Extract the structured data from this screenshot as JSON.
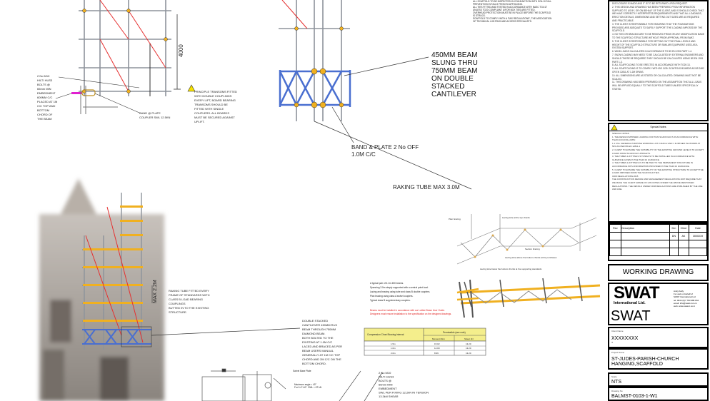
{
  "drawing": {
    "dimension_4000": "4000",
    "max_height": "MAX 2.2M",
    "fixing_note": [
      "2 No M10",
      "HILTI HUS3",
      "BOLTS @",
      "65mm MIN",
      "EMBEDMENT",
      "600MM C/C",
      "PLACED AT 1M",
      "C/C TOP AND",
      "BOTTOM",
      "CHORD OF",
      "THE BEAM"
    ],
    "band_plate_coupler": [
      "BAND @ PLATE",
      "COUPLER SWL 12.5KN"
    ],
    "transoms_note": [
      "PRINCIPLE TRANSOMS FITTED",
      "WITH DOUBLE COUPLINGS",
      "EVERY LIFT, BOARD BEARING",
      "TRANSOMS SHOULD BE",
      "FITTED WITH SINGLE",
      "COUPLERS. ALL BOARDS",
      "MUST BE SECURED AGAINST",
      "UPLIFT."
    ],
    "beam_note": [
      "450MM BEAM",
      "SLUNG THRU",
      "750MM BEAM",
      "ON DOUBLE",
      "STACKED",
      "CANTILEVER"
    ],
    "band_plate_note": [
      "BAND & PLATE 2 No OFF",
      "1.0M C/C"
    ],
    "raking_tube_max": "RAKING TUBE MAX 3.0M",
    "raking_note": [
      "RAKING TUBE FITTED EVERY",
      "FRAME OF STANDARDS WITH",
      "CLASS B LOAD BEARING",
      "COUPLINGS",
      "BUTTED IN TO THE EXISTING",
      "STRUCTURE."
    ],
    "cantilever_note": [
      "DOUBLE STACKED",
      "CANTILEVER 450MM RUX",
      "BEAM THROUGH 750MM",
      "DIAMOND BEAM.",
      "BOTH BOLTED TO THE",
      "EXISTING AT 1.0M C/C",
      "LACED AND BRACED AS PER",
      "BEAM USERS MANUAL",
      "GENERALLY AT 1M C/C TOP",
      "CHORD AND 2M C/C ON THE",
      "BOTTOM CHORD."
    ],
    "bottom_fixing_note": [
      "2 No M10",
      "HILTI HUS3",
      "BOLTS @",
      "65mm MIN",
      "EMBEDMENT",
      "SWL PER FIXING 12.2kN IN TENSION",
      "13.3kN SHEAR"
    ],
    "base_plate_label": "Swivel Base Plate",
    "base_note": [
      "Maximum angle = 40°",
      "For 0-4°-40°: SWL = 6T kN"
    ]
  },
  "general_notes": [
    "ALL SCAFFOLD TO BE INSPECTED IN CONJUNCTION WITH SG4:10 FALL",
    "PREVENTION IN FALLS FROM SCAFFOLDING.",
    "",
    "ALL TIES FITTED AND TESTED IN ACCORDANCE WITH NASC TG4:17",
    "UNLESS TG20 COMPLIANT U/FOR BOX TIES ARE FITTED.",
    "",
    "OVERHEAD PROTECTION MUST BE IN PLACE BEFORE THE SCAFFOLD",
    "IS STRUCK.",
    "",
    "SCAFFOLD TO COMPLY WITH A 'SAS REGULATIONS', THE ASSOCIATION",
    "OF TECHNICAL LIGHTING AND ACCESS SPECIALISTS."
  ],
  "example": {
    "lines": [
      "A typical pair of 6.1m 450 beams.",
      "Spanning 3.0m simply supported with a central point load.",
      "Lacing and bracing using tube and class B double couplers.",
      "Plan bracing using class A swivel couplers.",
      "Typical class B supplementary couplers."
    ],
    "red_lines": [
      "Beams must be installed in accordance with our Lattice Beam User Guide.",
      "Designers must ensure installation to the specification on the designed drawings."
    ],
    "red_color": "#e02020",
    "table": {
      "header_col": "Compression Chord Bracing Interval",
      "header_group": "Permissible (see note)",
      "subheaders": [
        "Moment kNm",
        "Shear kN"
      ],
      "rows": [
        [
          "1.5m",
          "15.02",
          "13.20"
        ],
        [
          "1.0m",
          "12.00",
          "13.20"
        ],
        [
          "2.0m",
          "8.99",
          "13.20"
        ]
      ],
      "header_color": "#f4ee8c"
    }
  },
  "bracing_diagram": {
    "labels": [
      "Plan bracing",
      "Lacing tube at the top chords",
      "Section bracing",
      "Lacing tube above the bottom chords at the purchases",
      "Lacing tube below the bottom chords at the supporting standards"
    ]
  },
  "title_block": {
    "notes_top": [
      "DISCLOSURE IS MADE AND IT IS TO BE RETURNED UPON REQUEST.",
      "2. THIS DESIGN AND DRAWING HAS BEEN PREPARED FROM INFORMATION SUPPLIED TO US BY, OR ON BEHALF OF THE CLIENT, AND IS SHOULD CHECK THAT WE HAVE CORRECTLY INTERPRETED REQUIREMENTS AND THAT ALL LOADINGS, ERECTION DETAILS, DIMENSIONS AND SETTING OUT SIZES ARE AS REQUIRED AND PRACTICABLE.",
      "3. THE CLIENT IS RESPONSIBLE FOR ENSURING THAT THE FOUNDATIONS PROVIDED ARE ADEQUATE TO SAFELY SUPPORT THE LOADING IMPOSED BY THE SCAFFOLD.",
      "4. NO TIES OR BRACING ARE TO BE REMOVED FROM OR ANY MODIFICATION MADE TO THE SCAFFOLD STRUCTURE WITHOUT PRIOR APPROVAL FROM SWAT.",
      "5. THE CLIENT IS RESPONSIBLE FOR SETTING OUT THE FINAL LEVELS AND HEIGHT OF THE SCAFFOLD STRUCTURE OR SIMILAR EQUIPMENT USED AS A SYSTEM SUPPORT.",
      "6. WIND LOADS CALCULATED IN ACCORDANCE TO BS EN 1991 PART 1-4.",
      "7. SNOW LOADING MAY NEED TO BE CALCULATED BY EXTERNAL ENGINEERS AND SHOULD THESE BE REQUIRED THEY SHOULD BE CALCULATED USING BS EN 1991 PART 1-3.",
      "8. ALL SCAFFOLDING TO BE ERECTED IN ACCORDANCE WITH TG20:13.",
      "9. ALL SCAFFOLDING IS TO COMPLY WITH BS 1139. SCAFFOLD BOARDS AS BS 2482 OR EN 12811 AT 1.2M SPANS.",
      "10. ALL DIMENSIONS ARE AS STATED OR CALCULATED. DRAWING MUST NOT BE SCALED.",
      "11. THIS DRAWING HAS BEEN PREPARED ON THE ASSUMPTION THAT ALL LOADS WILL BE APPLIED EQUALLY TO THE SCAFFOLD TUBES UNLESS SPECIFICALLY STATED."
    ],
    "special_notes_title": "Special Notes",
    "special_notes": [
      "SPECIAL NOTES",
      "1. THE DESIGN IMPOSED LOADING FOR THIS SCAFFOLD IS IN ACCORDANCE WITH TG20:13 AS FOLLOWS:",
      "1.1 1No. GENERAL PURPOSE WORKING LIFT 2.0kN/m² AND 1 FURTHER PLATFORM AT 50% AS PER BS EN 12811-1",
      "2. CLIENT TO ENSURE THE SUITABILITY OF THE EXISTING GROUND LEVELS TO ACCEPT LOADS FROM SCAFFOLD UPRIGHTS.",
      "3. THE TUBES & FITTINGS SYSTEM IS TO BE INSTALLED IN ACCORDANCE WITH GUIDANCE GIVEN IN THE TG20:13 GUIDANCE.",
      "4. THE TUBES & FITTINGS IS TO BE TIED TO THE PERMANENT STRUCTURE IN ACCORDANCE WITH INFORMATION PROVIDED IN THE TG20:13 GUIDANCE.",
      "5. CLIENT TO ENSURE THE SUITABILITY OF THE EXISTING STRUCTURE TO ACCEPT THE LOADS IMPOSED FROM THE SCAFFOLD TIES.",
      "CDM REGULATIONS 2015",
      "THE CONSTRUCTION DESIGN AND MANAGEMENT REGULATIONS 2007 REQUIRE THAT WE MAKE THE CLIENT AWARE OF HIS DUTIES UNDER THE ABOVE MENTIONED REGULATIONS. THE DETAILS UNDER CDM REGULATIONS ARE PUBLISHED BY THE HSE AND HSE."
    ],
    "revision_table": {
      "headers": [
        "Rev.",
        "Description",
        "Drn",
        "Chkd",
        "Date"
      ],
      "rows": [
        [
          "",
          "",
          "DN",
          "AK",
          "30/03/19"
        ],
        [
          "",
          "",
          "",
          "",
          ""
        ],
        [
          "",
          "",
          "",
          "",
          ""
        ],
        [
          "",
          "",
          "",
          "",
          ""
        ]
      ]
    },
    "status": "WORKING DRAWING",
    "logo_text": "SWAT",
    "logo_subtext": "International Ltd.",
    "company_name": "SWAT",
    "contact": [
      "Andy Kelly",
      "For and on behalf of",
      "SWAT International Ltd",
      "tel: 0044 (0)7 783 988 844",
      "email: info@swat-it.co.in",
      "web: www.swat-it.co.in"
    ],
    "client_label": "Client Name",
    "client_value": "XXXXXXXX",
    "client_value2": "-",
    "project_label": "Project Name",
    "project_value": [
      "ST-JUDES-PARISH-CHURCH",
      "HANGING,SCAFFOLD"
    ],
    "scale_label": "Scale",
    "scale_value": "NTS",
    "drawing_no_label": "Drawing No",
    "drawing_no_value": "BALMST-0103-1-W1"
  },
  "colors": {
    "beam": "#4a6fd0",
    "board": "#f0b020",
    "brace": "#e53030",
    "tube": "#9aa0a8",
    "fixing": "#e020d0",
    "warning": "#f5e000"
  }
}
